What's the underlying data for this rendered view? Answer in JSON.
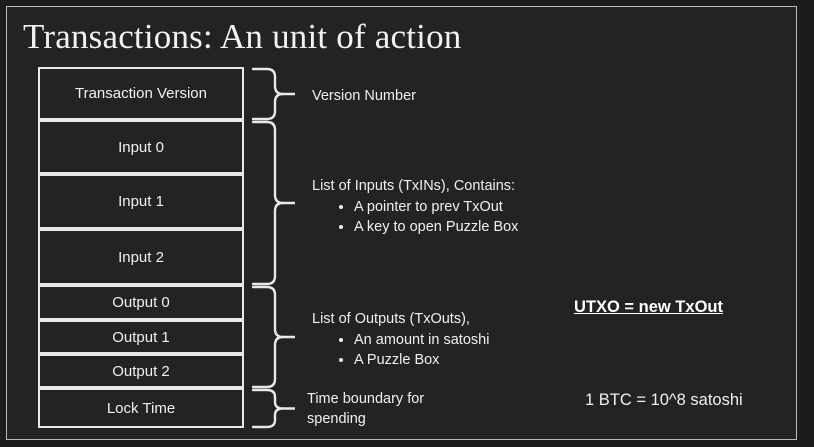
{
  "slide": {
    "title": "Transactions: An unit of action",
    "background_color": "#232323",
    "border_color": "#b9b9b9",
    "text_color": "#f0f0f0"
  },
  "structure": {
    "fields": [
      {
        "label": "Transaction Version",
        "group": "version"
      },
      {
        "label": "Input 0",
        "group": "inputs"
      },
      {
        "label": "Input 1",
        "group": "inputs"
      },
      {
        "label": "Input 2",
        "group": "inputs"
      },
      {
        "label": "Output 0",
        "group": "outputs"
      },
      {
        "label": "Output 1",
        "group": "outputs"
      },
      {
        "label": "Output 2",
        "group": "outputs"
      },
      {
        "label": "Lock Time",
        "group": "locktime"
      }
    ]
  },
  "annotations": {
    "version": {
      "head": "Version Number"
    },
    "inputs": {
      "head": "List of Inputs (TxINs), Contains:",
      "bullets": [
        "A pointer to prev TxOut",
        "A key to open Puzzle Box"
      ]
    },
    "outputs": {
      "head": "List of Outputs (TxOuts),",
      "bullets": [
        "An amount in satoshi",
        "A Puzzle Box"
      ]
    },
    "locktime": {
      "line1": "Time boundary for",
      "line2": "spending"
    }
  },
  "side_notes": {
    "utxo": "UTXO = new TxOut",
    "btc": "1 BTC = 10^8 satoshi"
  }
}
